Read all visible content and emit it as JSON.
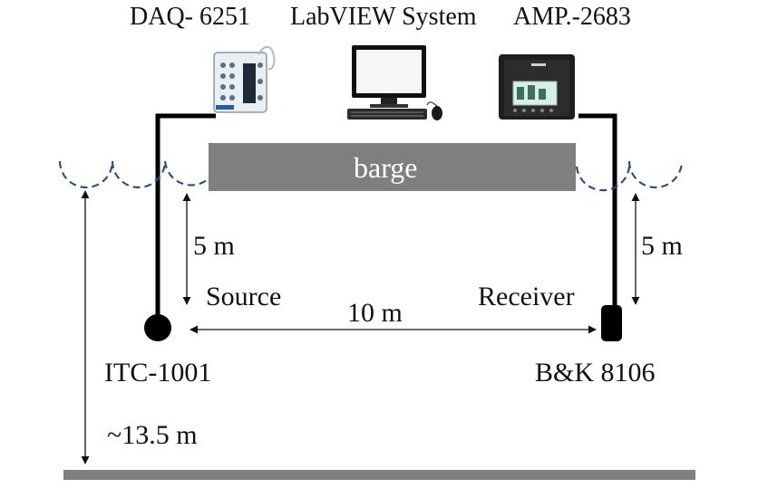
{
  "header": {
    "daq_label": "DAQ- 6251",
    "system_label": "LabVIEW System",
    "amp_label": "AMP.-2683"
  },
  "barge": {
    "label": "barge"
  },
  "left_depth": {
    "label": "5 m"
  },
  "right_depth": {
    "label": "5 m"
  },
  "source": {
    "label": "Source",
    "model": "ITC-1001"
  },
  "receiver": {
    "label": "Receiver",
    "model": "B&K 8106"
  },
  "separation": {
    "label": "10 m"
  },
  "water_depth": {
    "label": "~13.5 m"
  },
  "colors": {
    "barge": "#7f7f7f",
    "seabed": "#7f7f7f",
    "wave": "#2f4f7f",
    "cable": "#000000"
  }
}
